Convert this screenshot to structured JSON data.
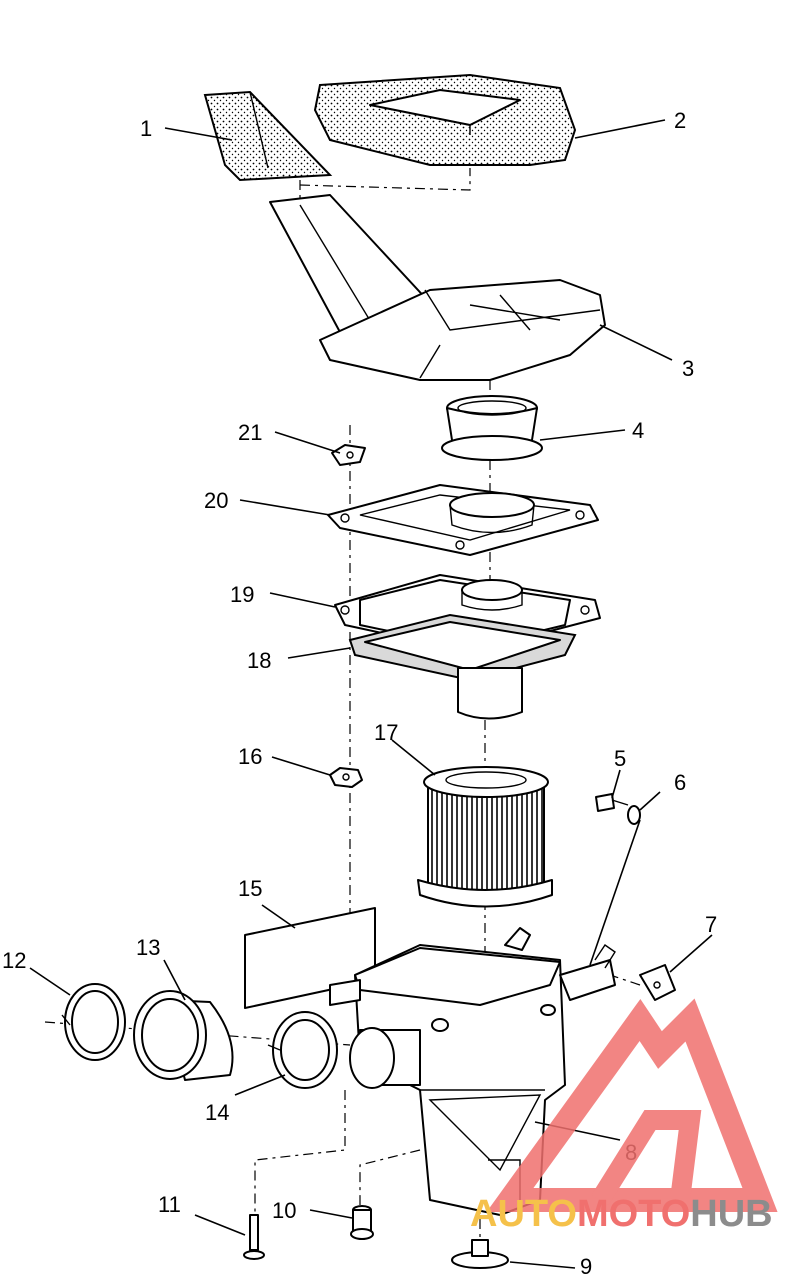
{
  "diagram": {
    "callouts": [
      {
        "id": "1",
        "label": "1"
      },
      {
        "id": "2",
        "label": "2"
      },
      {
        "id": "3",
        "label": "3"
      },
      {
        "id": "4",
        "label": "4"
      },
      {
        "id": "5",
        "label": "5"
      },
      {
        "id": "6",
        "label": "6"
      },
      {
        "id": "7",
        "label": "7"
      },
      {
        "id": "8",
        "label": "8"
      },
      {
        "id": "9",
        "label": "9"
      },
      {
        "id": "10",
        "label": "10"
      },
      {
        "id": "11",
        "label": "11"
      },
      {
        "id": "12",
        "label": "12"
      },
      {
        "id": "13",
        "label": "13"
      },
      {
        "id": "14",
        "label": "14"
      },
      {
        "id": "15",
        "label": "15"
      },
      {
        "id": "16",
        "label": "16"
      },
      {
        "id": "17",
        "label": "17"
      },
      {
        "id": "18",
        "label": "18"
      },
      {
        "id": "19",
        "label": "19"
      },
      {
        "id": "20",
        "label": "20"
      },
      {
        "id": "21",
        "label": "21"
      }
    ]
  },
  "watermark": {
    "text_auto": "AUTO",
    "text_moto": "MOTO",
    "text_hub": "HUB",
    "color_red": "#f0706e",
    "color_gold": "#f5c14a",
    "color_grey": "#8c8c8c"
  }
}
